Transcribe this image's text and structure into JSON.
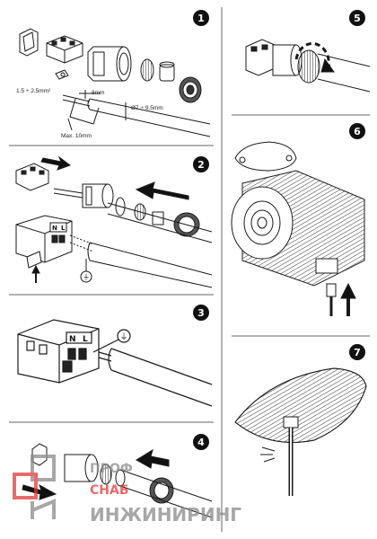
{
  "steps": [
    {
      "number": "1"
    },
    {
      "number": "2"
    },
    {
      "number": "3"
    },
    {
      "number": "4"
    },
    {
      "number": "5"
    },
    {
      "number": "6"
    },
    {
      "number": "7"
    }
  ],
  "step1_labels": {
    "wire_section": "1.5 ÷ 2.5mm²",
    "strip_length": "8mm",
    "cable_diameter": "Ø7 ÷ 9.5mm",
    "max_length": "Max. 10mm"
  },
  "connector_markings": {
    "neutral": "N",
    "earth": "⏚",
    "line": "L"
  },
  "watermark": {
    "line1_a": "ПРОФ",
    "line1_b": "СНАБ",
    "line2": "ИНЖИНИРИНГ",
    "logo_red": "#e03a3a",
    "logo_gray": "#8a8a8a"
  },
  "colors": {
    "stroke": "#1a1a1a",
    "badge": "#111111",
    "divider": "#666666"
  }
}
